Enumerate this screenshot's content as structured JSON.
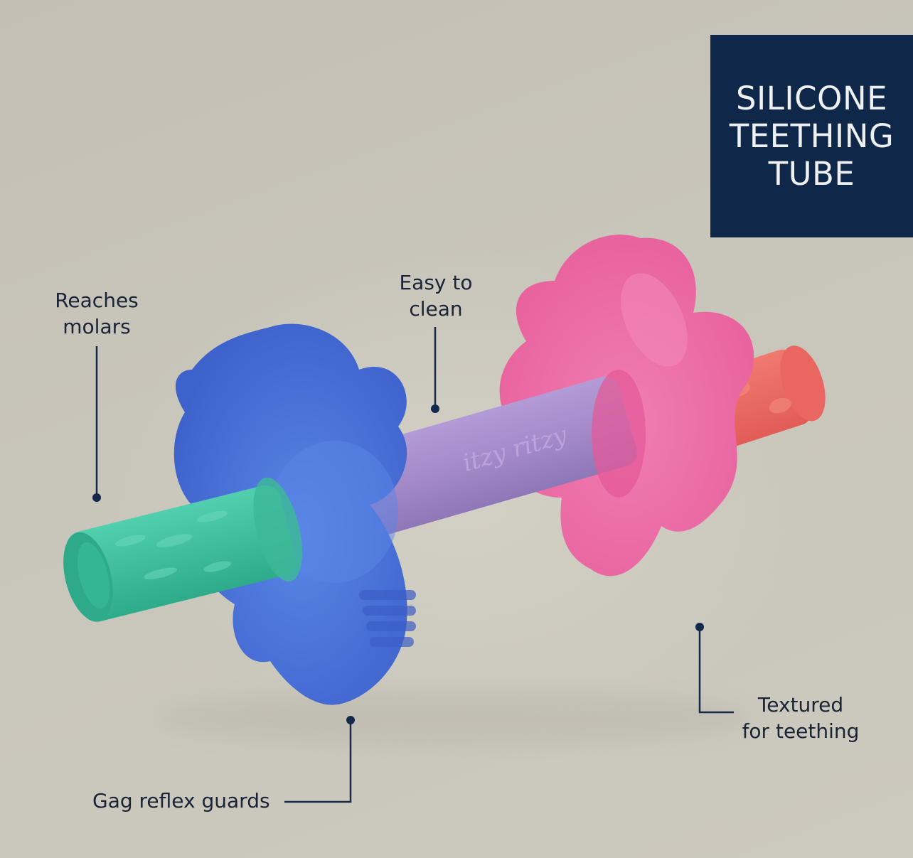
{
  "title_box": {
    "lines": [
      "SILICONE",
      "TEETHING",
      "TUBE"
    ],
    "background": "#0f2849",
    "text_color": "#eef0f2"
  },
  "callouts": [
    {
      "id": "reaches-molars",
      "lines": [
        "Reaches",
        "molars"
      ]
    },
    {
      "id": "easy-to-clean",
      "lines": [
        "Easy to",
        "clean"
      ]
    },
    {
      "id": "textured-for-teething",
      "lines": [
        "Textured",
        "for teething"
      ]
    },
    {
      "id": "gag-reflex-guards",
      "lines": [
        "Gag reflex guards"
      ]
    }
  ],
  "product": {
    "name": "Silicone teething tube",
    "embossed_brand": "itzy ritzy",
    "colors": {
      "left_end": "#3fbf9d",
      "left_guard": "#4a72d8",
      "center_tube": "#a48ac9",
      "right_guard": "#ee6fa6",
      "right_end": "#ec6a63"
    }
  },
  "line_color": "#1a2a45"
}
